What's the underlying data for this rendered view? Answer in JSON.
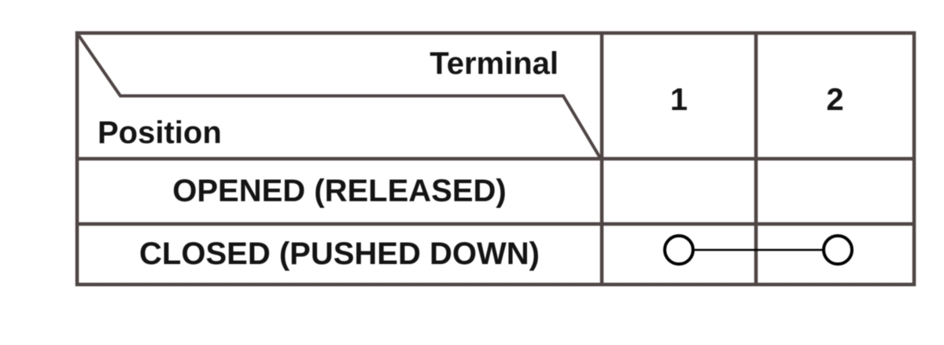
{
  "table": {
    "corner": {
      "column_axis_label": "Terminal",
      "row_axis_label": "Position"
    },
    "columns": [
      "1",
      "2"
    ],
    "rows": [
      {
        "label": "OPENED (RELEASED)",
        "connection": "none"
      },
      {
        "label": "CLOSED (PUSHED DOWN)",
        "connection": "1-2"
      }
    ]
  },
  "colors": {
    "grid_line": "#4e4544",
    "text": "#141414",
    "contact_symbol": "#000000"
  }
}
